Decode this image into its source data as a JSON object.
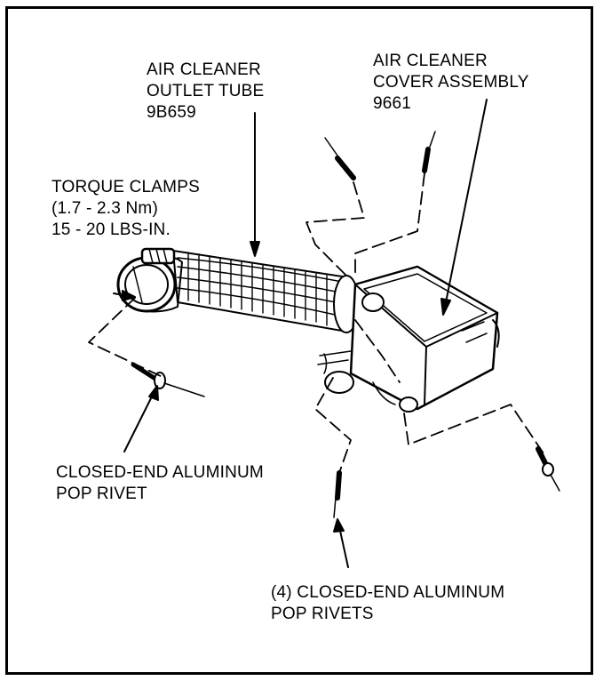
{
  "labels": {
    "outlet_tube": [
      "AIR CLEANER",
      "OUTLET TUBE",
      "9B659"
    ],
    "cover_assembly": [
      "AIR CLEANER",
      "COVER ASSEMBLY",
      "9661"
    ],
    "torque_clamps": [
      "TORQUE CLAMPS",
      "(1.7 - 2.3 Nm)",
      "15 - 20 LBS-IN."
    ],
    "pop_rivet": [
      "CLOSED-END ALUMINUM",
      "POP RIVET"
    ],
    "pop_rivets_4": [
      "(4) CLOSED-END ALUMINUM",
      "POP RIVETS"
    ]
  },
  "colors": {
    "ink": "#000000",
    "paper": "#ffffff"
  }
}
